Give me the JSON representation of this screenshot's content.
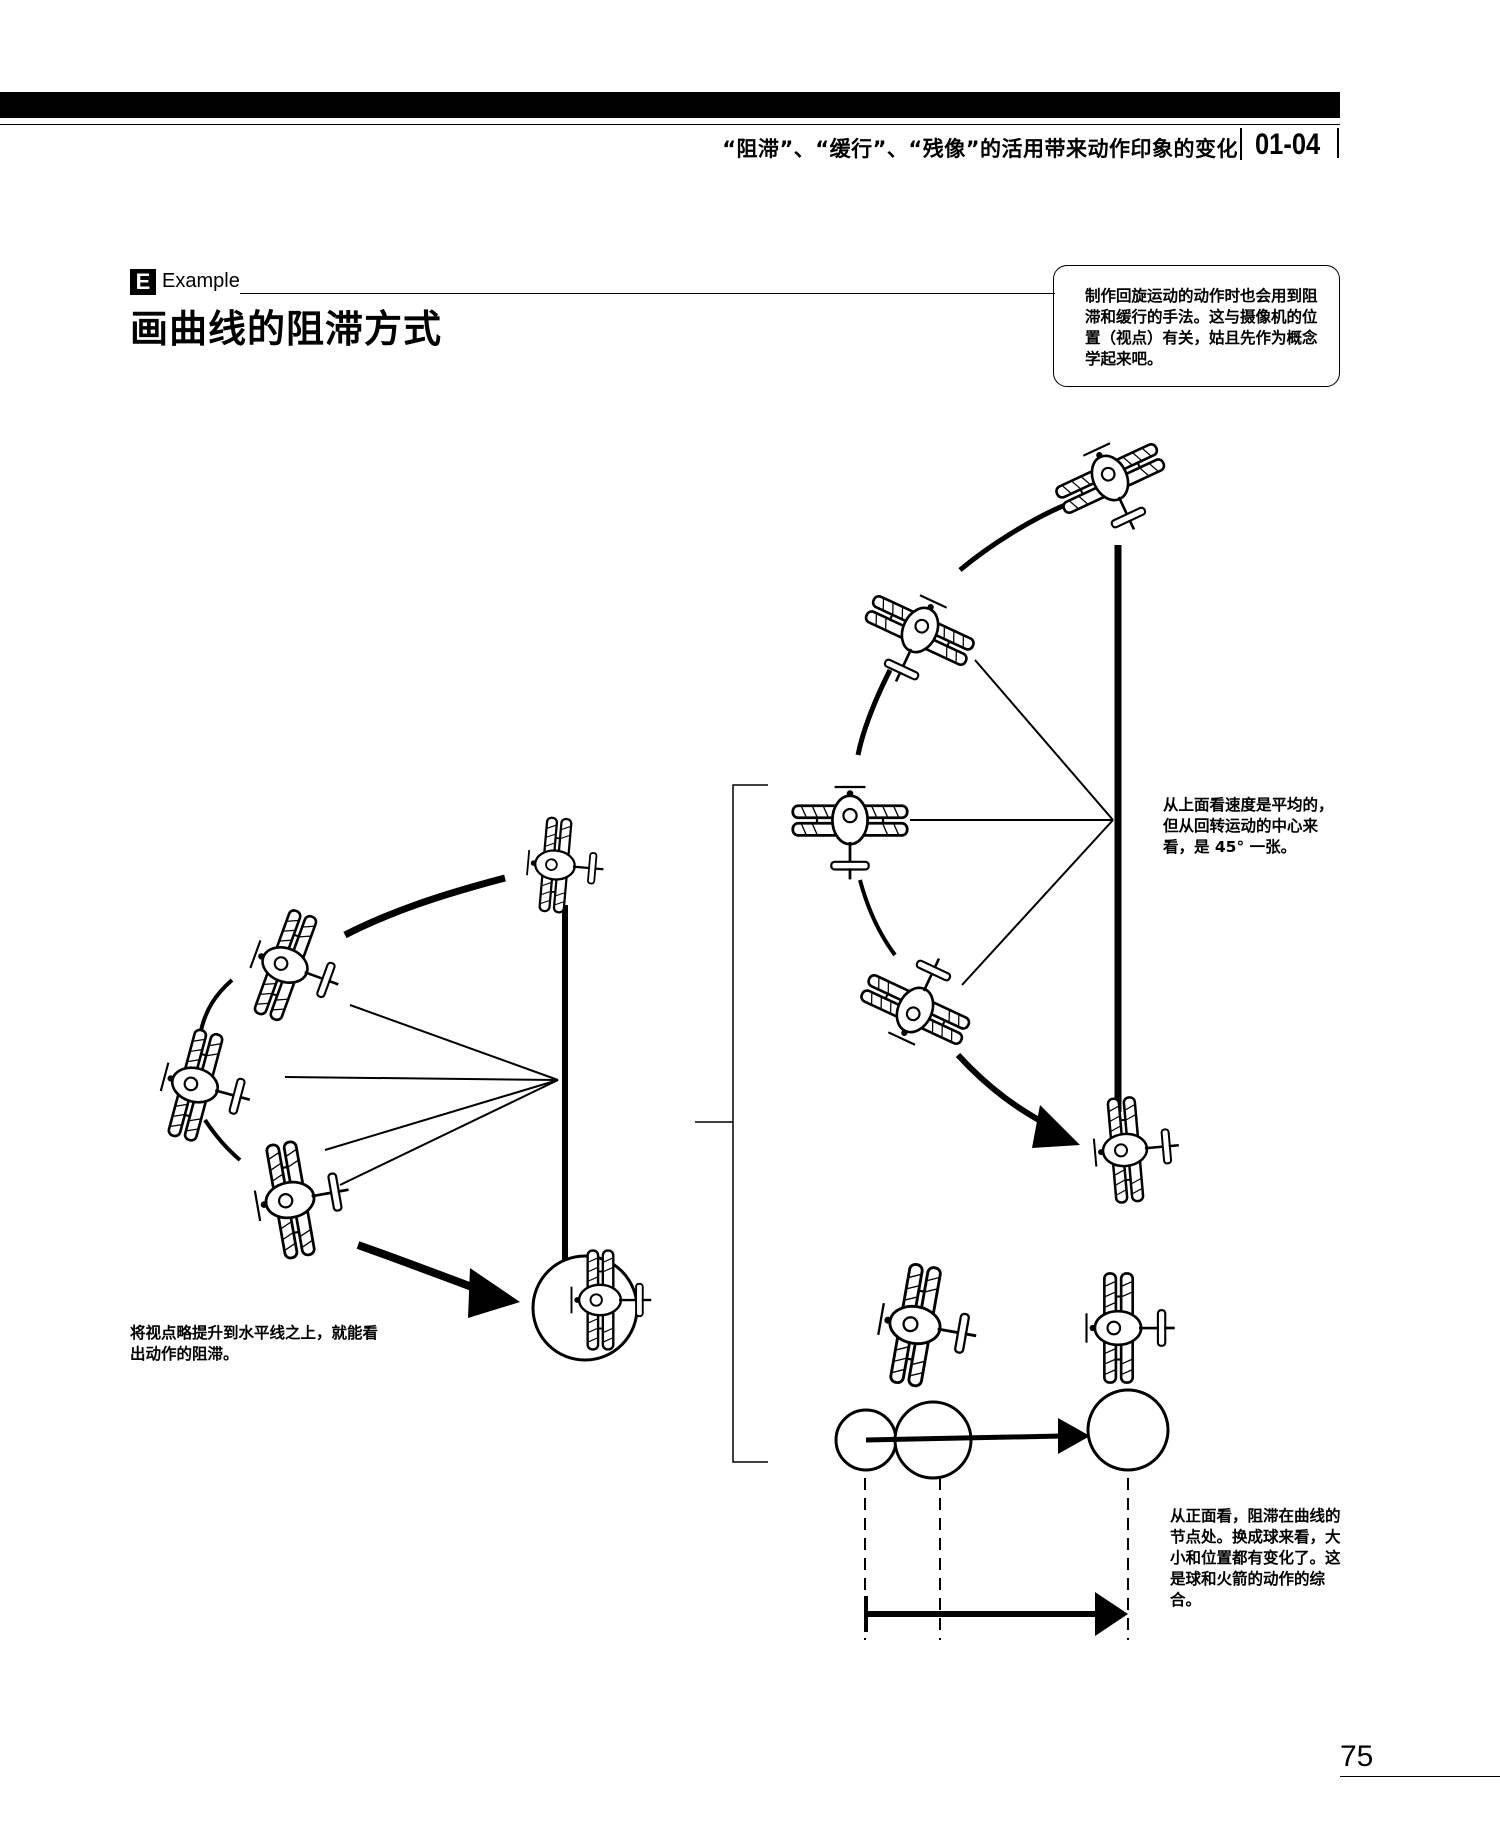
{
  "header": {
    "title": "“阻滞”、“缓行”、“残像”的活用带来动作印象的变化",
    "section_number": "01-04"
  },
  "example": {
    "badge": "E",
    "label": "Example",
    "title": "画曲线的阻滞方式"
  },
  "note": {
    "text": "制作回旋运动的动作时也会用到阻滞和缓行的手法。这与摄像机的位置（视点）有关，姑且先作为概念学起来吧。"
  },
  "captions": {
    "top_view": "从上面看速度是平均的，但从回转运动的中心来看，是 45° 一张。",
    "raised_view": "将视点略提升到水平线之上，就能看出动作的阻滞。",
    "front_view": "从正面看，阻滞在曲线的节点处。换成球来看，大小和位置都有变化了。这是球和火箭的动作的综合。"
  },
  "page_number": "75",
  "icons": [
    "biplane-icon",
    "arrow-icon"
  ]
}
